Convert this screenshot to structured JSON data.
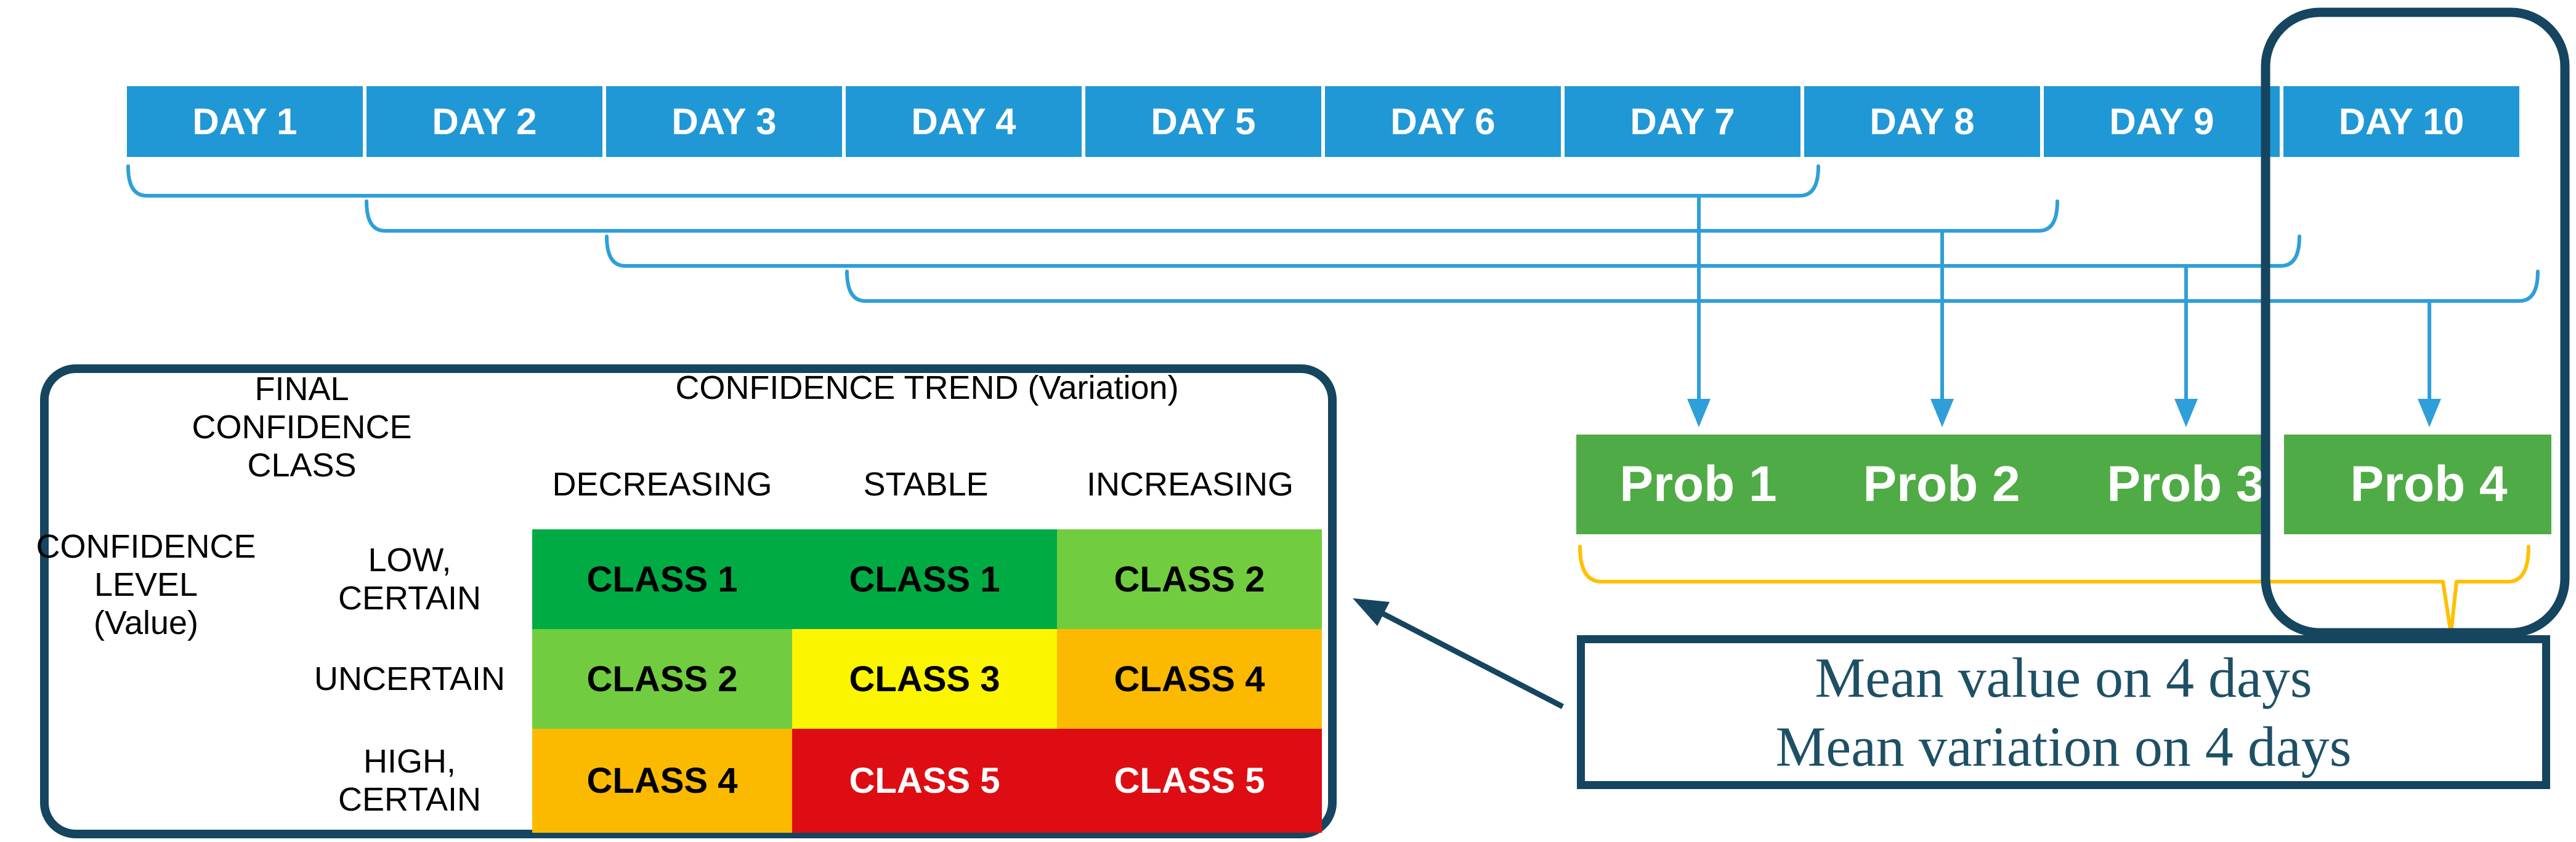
{
  "colors": {
    "day_blue": "#2098D5",
    "connector_blue": "#2E9FD9",
    "navy_outline": "#15455F",
    "prob_green": "#4FAB45",
    "cell_dark_green": "#00AB44",
    "cell_light_green": "#71CD3F",
    "cell_yellow": "#FCF500",
    "cell_orange": "#FBBA00",
    "cell_red": "#DE0D14",
    "brace_yellow": "#FFC000",
    "annotation_text": "#1E5065"
  },
  "timeline": {
    "days": [
      "DAY 1",
      "DAY 2",
      "DAY 3",
      "DAY 4",
      "DAY 5",
      "DAY 6",
      "DAY 7",
      "DAY 8",
      "DAY 9",
      "DAY 10"
    ]
  },
  "probabilities": [
    "Prob 1",
    "Prob 2",
    "Prob 3",
    "Prob 4"
  ],
  "matrix": {
    "corner_title": "FINAL\nCONFIDENCE\nCLASS",
    "column_axis_title": "CONFIDENCE TREND (Variation)",
    "row_axis_title": "CONFIDENCE\nLEVEL\n(Value)",
    "column_headers": [
      "DECREASING",
      "STABLE",
      "INCREASING"
    ],
    "row_headers": [
      "LOW,\nCERTAIN",
      "UNCERTAIN",
      "HIGH,\nCERTAIN"
    ],
    "rows": [
      {
        "cells": [
          {
            "label": "CLASS 1"
          },
          {
            "label": "CLASS 1"
          },
          {
            "label": "CLASS 2"
          }
        ]
      },
      {
        "cells": [
          {
            "label": "CLASS 2"
          },
          {
            "label": "CLASS 3"
          },
          {
            "label": "CLASS 4"
          }
        ]
      },
      {
        "cells": [
          {
            "label": "CLASS 4"
          },
          {
            "label": "CLASS 5"
          },
          {
            "label": "CLASS 5"
          }
        ]
      }
    ]
  },
  "annotation": {
    "lines": [
      "Mean value on 4 days",
      "Mean variation on 4 days"
    ]
  }
}
